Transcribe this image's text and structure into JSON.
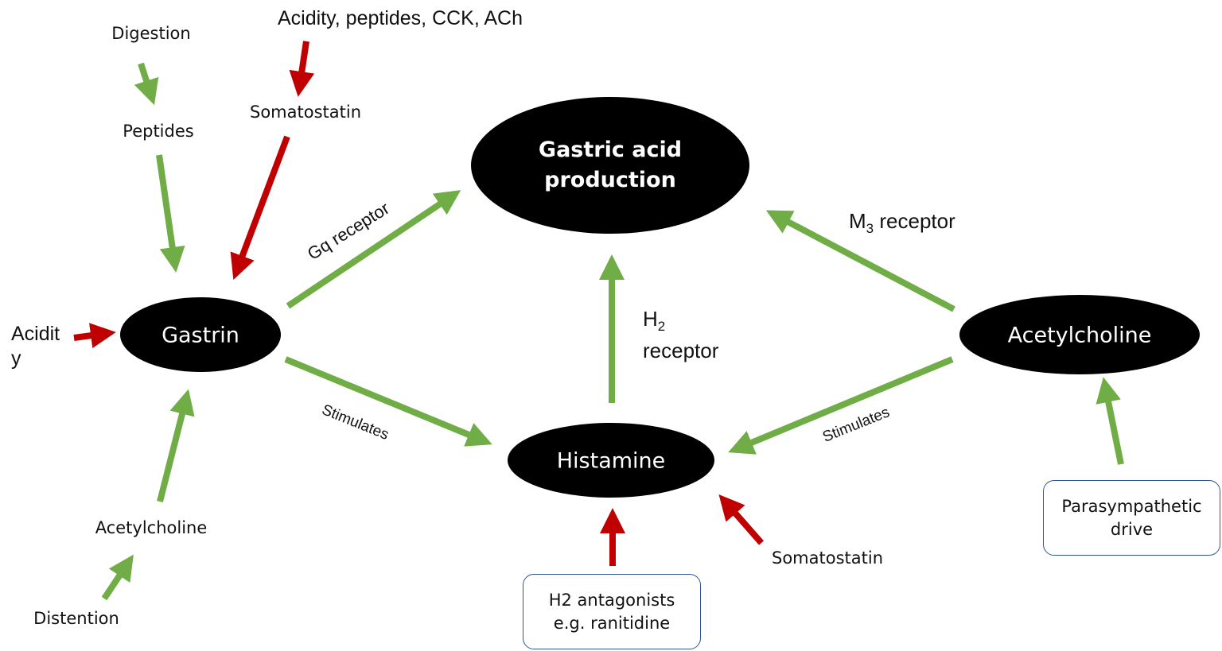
{
  "nodes": {
    "gastric": {
      "line1": "Gastric acid",
      "line2": "production"
    },
    "gastrin": "Gastrin",
    "histamine": "Histamine",
    "acetylcholine": "Acetylcholine"
  },
  "inputs": {
    "digestion": "Digestion",
    "peptides": "Peptides",
    "acidity_list": "Acidity, peptides, CCK, ACh",
    "somatostatin_top": "Somatostatin",
    "acidity_left_1": "Acidit",
    "acidity_left_2": "y",
    "acetylcholine_left": "Acetylcholine",
    "distention": "Distention",
    "somatostatin_bottom": "Somatostatin"
  },
  "boxes": {
    "h2_antagonists": {
      "line1": "H2 antagonists",
      "line2": "e.g. ranitidine"
    },
    "parasympathetic": {
      "line1": "Parasympathetic",
      "line2": "drive"
    }
  },
  "edge_labels": {
    "gq": "Gq receptor",
    "m3_main": "M",
    "m3_sub": "3",
    "m3_rest": " receptor",
    "h2_main": "H",
    "h2_sub": "2",
    "h2_line2": "receptor",
    "stimulates_left": "Stimulates",
    "stimulates_right": "Stimulates"
  },
  "colors": {
    "stimulate": "#70ad47",
    "inhibit": "#c00000",
    "node": "#000000",
    "box_border": "#2f5597"
  }
}
